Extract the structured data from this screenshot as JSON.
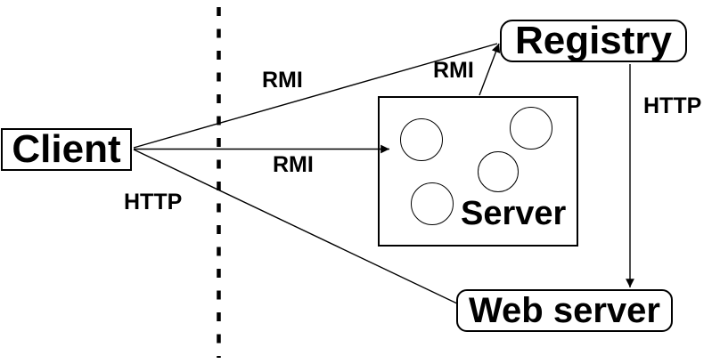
{
  "diagram": {
    "type": "architecture-diagram",
    "colors": {
      "background": "#ffffff",
      "stroke": "#000000",
      "text": "#000000"
    },
    "separator": {
      "type": "dashed-vertical-line",
      "position": "between client and server side"
    }
  },
  "nodes": [
    {
      "id": "client",
      "label": "Client",
      "shape": "rectangle"
    },
    {
      "id": "registry",
      "label": "Registry",
      "shape": "rounded-rectangle"
    },
    {
      "id": "server",
      "label": "Server",
      "shape": "rectangle",
      "object_count": 4
    },
    {
      "id": "web-server",
      "label": "Web server",
      "shape": "rounded-rectangle"
    }
  ],
  "edges": [
    {
      "from": "client",
      "to": "registry",
      "label": "RMI",
      "arrowhead": true
    },
    {
      "from": "server",
      "to": "registry",
      "label": "RMI",
      "arrowhead": true
    },
    {
      "from": "client",
      "to": "server",
      "label": "RMI",
      "arrowhead": true
    },
    {
      "from": "client",
      "to": "web-server",
      "label": "HTTP",
      "arrowhead": false
    },
    {
      "from": "registry",
      "to": "web-server",
      "label": "HTTP",
      "arrowhead": true
    }
  ]
}
